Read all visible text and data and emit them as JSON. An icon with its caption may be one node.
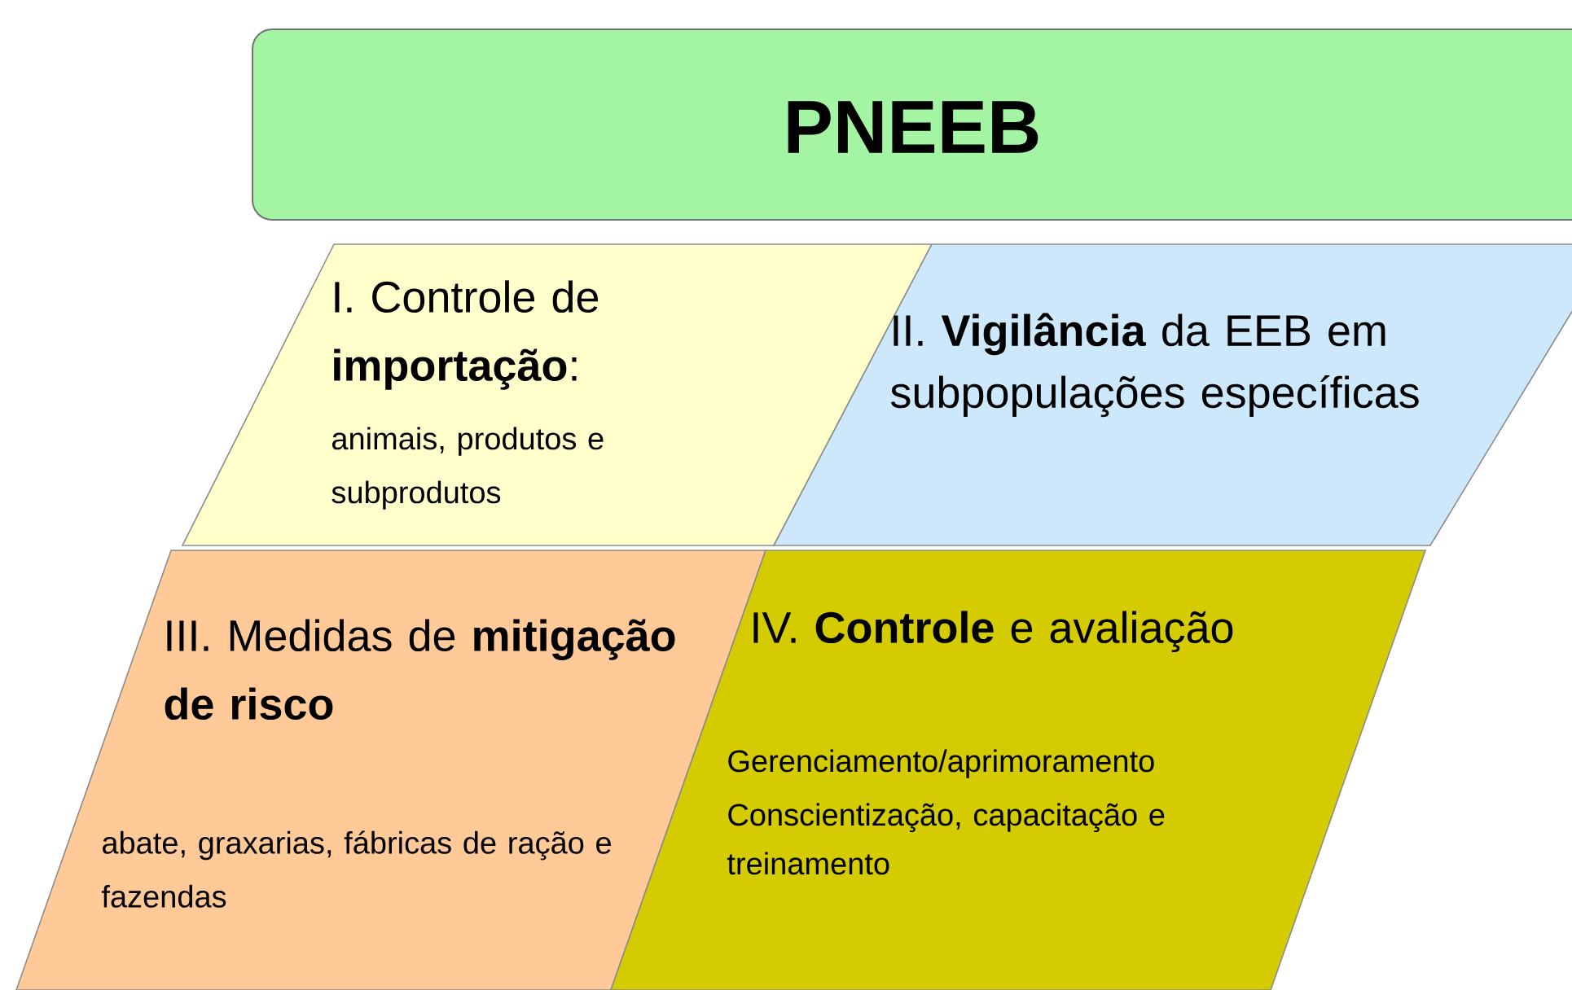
{
  "diagram": {
    "nodes": [
      {
        "text": [
          "PNEEB"
        ]
      },
      {
        "text": [
          "I. Controle de **importação**:",
          "animais, produtos e subprodutos"
        ]
      },
      {
        "text": [
          "II. **Vigilância** da EEB em subpopulações específicas"
        ]
      },
      {
        "text": [
          "III. Medidas de **mitigação de risco**",
          "abate, graxarias, fábricas de ração e fazendas"
        ]
      },
      {
        "text": [
          "IV. **Controle** e avaliação",
          "Gerenciamento/aprimoramento",
          "Conscientização, capacitação e treinamento"
        ]
      }
    ]
  }
}
